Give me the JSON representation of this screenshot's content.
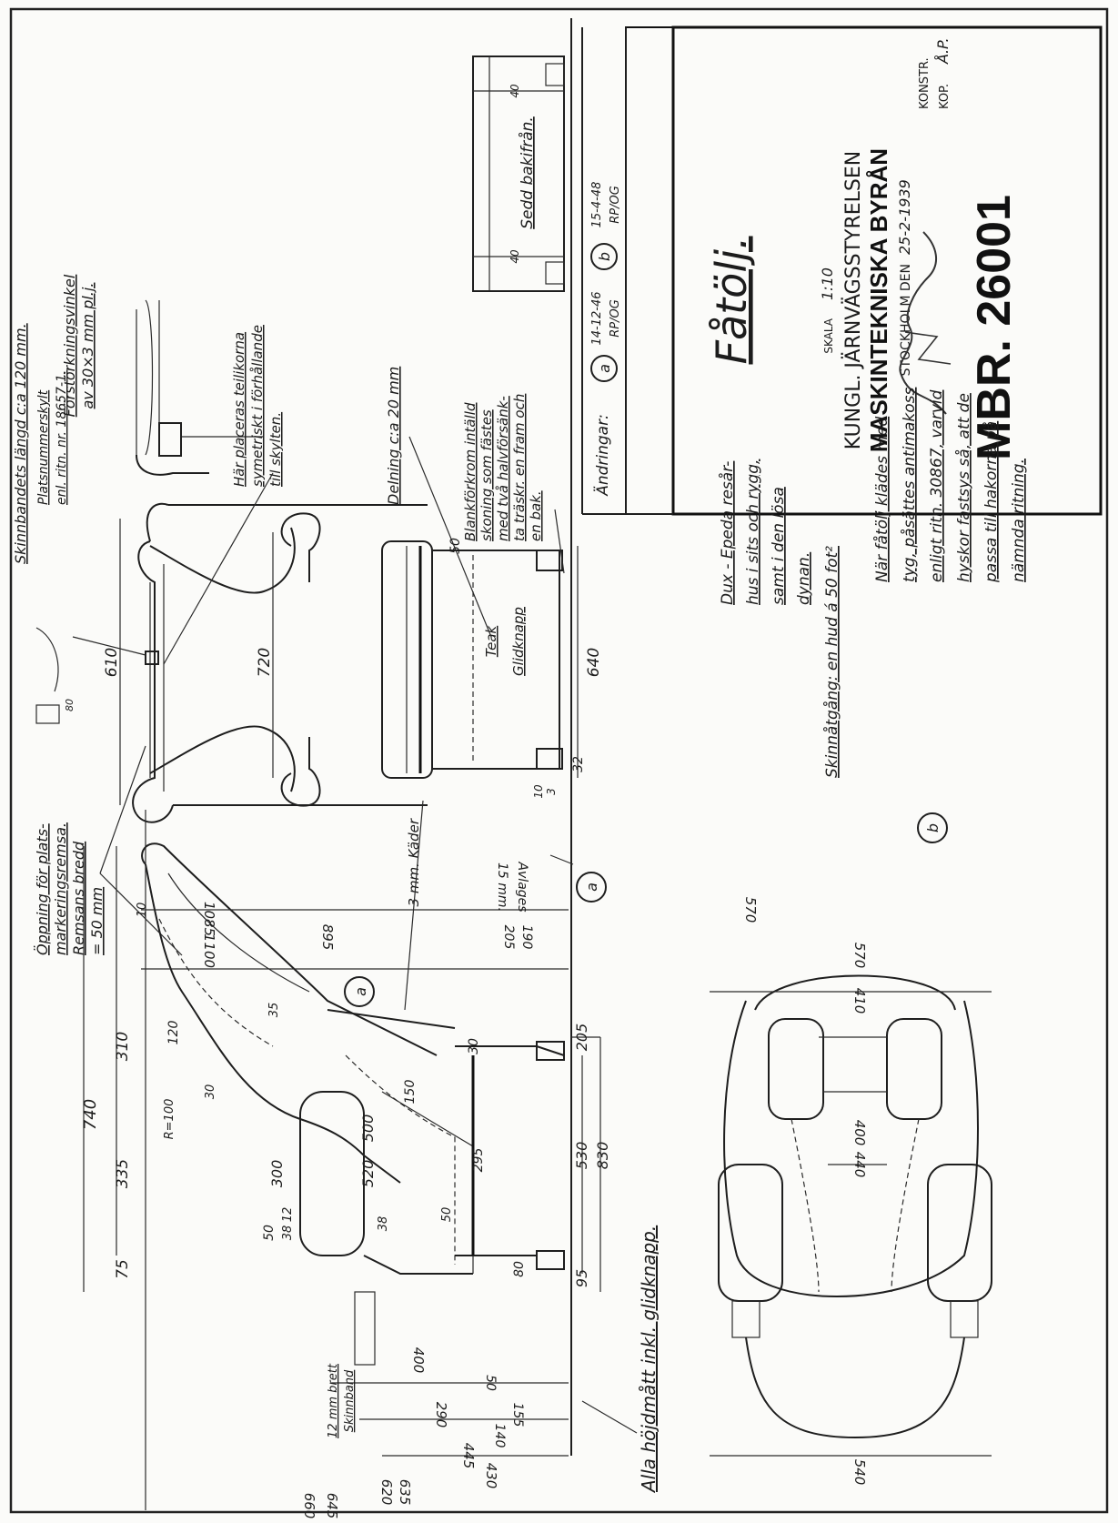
{
  "title_block": {
    "title": "Fåtölj.",
    "skala_label": "SKALA",
    "skala_value": "1:10",
    "org_line1": "KUNGL. JÄRNVÄGSSTYRELSEN",
    "org_line2": "MASKINTEKNISKA BYRÅN",
    "city_date_label": "STOCKHOLM DEN",
    "date": "25-2-1939",
    "konstr_label": "KONSTR.",
    "kop_label": "KOP.",
    "kop_value": "Å.P.",
    "drawing_no": "MBR. 26001"
  },
  "revisions": {
    "label": "Ändringar:",
    "a_marker": "a",
    "a_date": "14-12-46",
    "a_sign": "RP/OG",
    "b_marker": "b",
    "b_date": "15-4-48",
    "b_sign": "RP/OG"
  },
  "notes": {
    "seat_bottom_view": "Sedd bakifrån.",
    "force_angle_1": "Förstörkningsvinkel",
    "force_angle_2": "av 30×3 mm pl.j.",
    "skin_length": "Skinnbandets längd c:a 120 mm.",
    "plate_shield_1": "Platsnummerskylt",
    "plate_shield_2": "enl. ritn. nr. 18657-1.",
    "place_1": "Här placeras teilikorna",
    "place_2": "symetriskt i förhållande",
    "place_3": "till skylten.",
    "division": "Delning c:a 20 mm",
    "chrome_1": "Blankförkrom intälld",
    "chrome_2": "skoning som fästes",
    "chrome_3": "med två halvförsänk-",
    "chrome_4": "ta träskr. en fram och",
    "chrome_5": "en bak.",
    "teak": "Teak",
    "glide_knob": "Glidknapp",
    "opening_1": "Öppning för plats-",
    "opening_2": "markeringsremsa.",
    "opening_3": "Remsans bredd",
    "opening_4": "= 50 mm",
    "cord": "3 mm. Käder",
    "rounded_1": "Avlages",
    "rounded_2": "15 mm.",
    "fabric_1": "Dux - Epeda resår-",
    "fabric_2": "hus i sits och rygg,",
    "fabric_3": "samt i den lösa",
    "fabric_4": "dynan.",
    "skin_usage": "Skinnåtgång: en hud á 50 fot²",
    "b_note_1": "När fåtölj klädes med",
    "b_note_2": "tyg, påsättes antimakoss",
    "b_note_3": "enligt ritn. 30867, varvid",
    "b_note_4": "hyskor fastsys så, att de",
    "b_note_5": "passa till hakorna på",
    "b_note_6": "nämnda ritning.",
    "skin_strap_1": "12 mm brett",
    "skin_strap_2": "Skinnband",
    "heights": "Alla höjdmått inkl. glidknapp.",
    "marker_a": "a",
    "marker_b": "b",
    "r100": "R=100"
  },
  "dims": {
    "d610": "610",
    "d720": "720",
    "d640": "640",
    "d32": "32",
    "d50a": "50",
    "d10": "10",
    "d3": "3",
    "d40a": "40",
    "d40b": "40",
    "d1100": "1100",
    "d1085": "1085",
    "d895": "895",
    "d205a": "205",
    "d190": "190",
    "d310": "310",
    "d740": "740",
    "d335": "335",
    "d75": "75",
    "d205b": "205",
    "d530": "530",
    "d95": "95",
    "d830": "830",
    "d300": "300",
    "d50b": "50",
    "d38a": "38",
    "d12": "12",
    "d120": "120",
    "d35": "35",
    "d30a": "30",
    "d30b": "30",
    "d150": "150",
    "d520": "520",
    "d500": "500",
    "d38b": "38",
    "d50c": "50",
    "d295": "295",
    "d80a": "80",
    "d400": "400",
    "d50d": "50",
    "d290": "290",
    "d155": "155",
    "d140": "140",
    "d445": "445",
    "d430": "430",
    "d635": "635",
    "d620": "620",
    "d660": "660",
    "d645": "645",
    "d80b": "80",
    "d570a": "570",
    "d570b": "570",
    "d410": "410",
    "d400b": "400",
    "d440": "440",
    "d540": "540"
  }
}
